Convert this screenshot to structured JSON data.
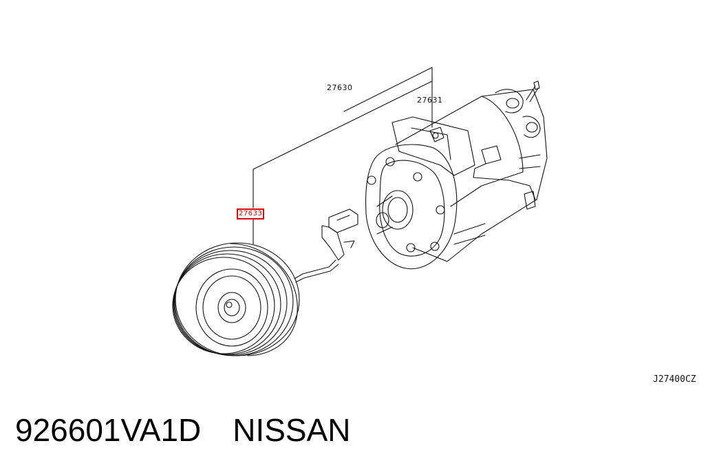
{
  "callouts": {
    "assembly": "27630",
    "compressor_body": "27631",
    "clutch_pulley": "27633"
  },
  "diagram_code": "J27400CZ",
  "footer": {
    "part_number": "926601VA1D",
    "brand": "NISSAN"
  },
  "colors": {
    "ink": "#111111",
    "highlight": "#e00000"
  },
  "icons": [
    "ac-compressor-icon",
    "clutch-pulley-icon",
    "wire-connector-icon"
  ]
}
